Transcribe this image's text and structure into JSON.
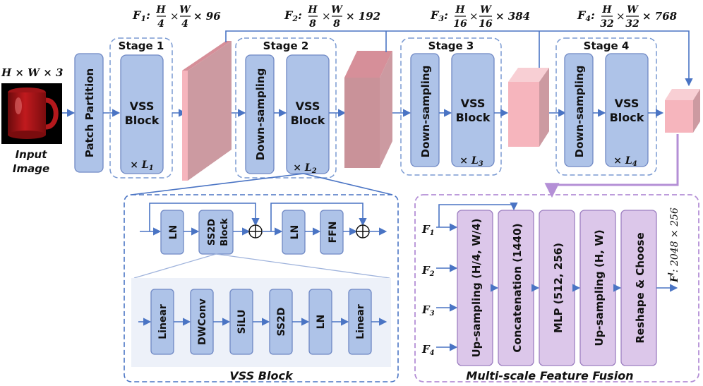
{
  "input": {
    "dims": "H × W × 3",
    "label_line1": "Input",
    "label_line2": "Image"
  },
  "encoder": {
    "patch_partition": "Patch Partition",
    "stages": [
      {
        "title": "Stage 1",
        "blocks": [
          "VSS\nBlock"
        ],
        "repeat": "× L1"
      },
      {
        "title": "Stage 2",
        "blocks": [
          "Down-sampling",
          "VSS\nBlock"
        ],
        "repeat": "× L2"
      },
      {
        "title": "Stage 3",
        "blocks": [
          "Down-sampling",
          "VSS\nBlock"
        ],
        "repeat": "× L3"
      },
      {
        "title": "Stage 4",
        "blocks": [
          "Down-sampling",
          "VSS\nBlock"
        ],
        "repeat": "× L4"
      }
    ],
    "features": [
      {
        "name": "F1",
        "h": "H",
        "hd": "4",
        "w": "W",
        "wd": "4",
        "c": "× 96"
      },
      {
        "name": "F2",
        "h": "H",
        "hd": "8",
        "w": "W",
        "wd": "8",
        "c": "× 192"
      },
      {
        "name": "F3",
        "h": "H",
        "hd": "16",
        "w": "W",
        "wd": "16",
        "c": "× 384"
      },
      {
        "name": "F4",
        "h": "H",
        "hd": "32",
        "w": "W",
        "wd": "32",
        "c": "× 768"
      }
    ]
  },
  "vss_block": {
    "title": "VSS Block",
    "top_row": [
      "LN",
      "SS2D\nBlock",
      "LN",
      "FFN"
    ],
    "ss2d_row": [
      "Linear",
      "DWConv",
      "SiLU",
      "SS2D",
      "LN",
      "Linear"
    ]
  },
  "fusion": {
    "title": "Multi-scale Feature Fusion",
    "inputs": [
      "F1",
      "F2",
      "F3",
      "F4"
    ],
    "blocks": [
      "Up-sampling (H/4, W/4)",
      "Concatenation (1440)",
      "MLP (512, 256)",
      "Up-sampling (H, W)",
      "Reshape & Choose"
    ],
    "output": {
      "name": "Fl",
      "sup": "l",
      "dims": ": 2048 × 256"
    }
  }
}
